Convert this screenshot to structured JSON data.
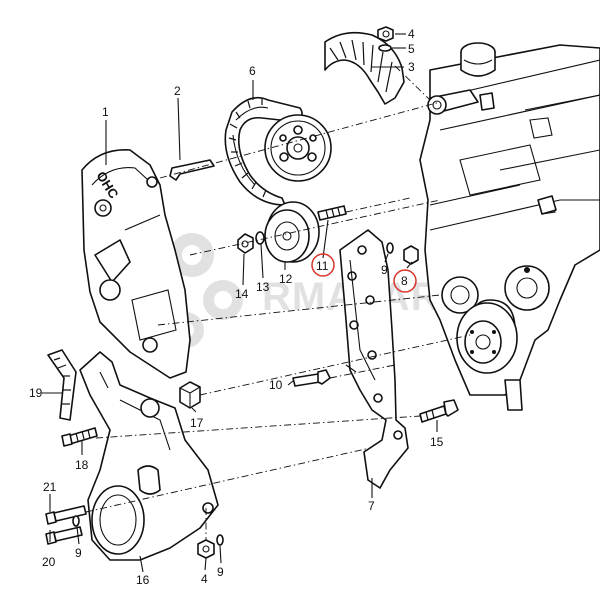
{
  "diagram": {
    "callouts": [
      {
        "id": "c1",
        "text": "1"
      },
      {
        "id": "c2",
        "text": "2"
      },
      {
        "id": "c3",
        "text": "3"
      },
      {
        "id": "c4a",
        "text": "4"
      },
      {
        "id": "c5",
        "text": "5"
      },
      {
        "id": "c6",
        "text": "6"
      },
      {
        "id": "c7",
        "text": "7"
      },
      {
        "id": "c8",
        "text": "8",
        "highlight": true
      },
      {
        "id": "c9a",
        "text": "9"
      },
      {
        "id": "c10",
        "text": "10"
      },
      {
        "id": "c11",
        "text": "11",
        "highlight": true
      },
      {
        "id": "c12",
        "text": "12"
      },
      {
        "id": "c13",
        "text": "13"
      },
      {
        "id": "c14",
        "text": "14"
      },
      {
        "id": "c15",
        "text": "15"
      },
      {
        "id": "c16",
        "text": "16"
      },
      {
        "id": "c17",
        "text": "17"
      },
      {
        "id": "c18",
        "text": "18"
      },
      {
        "id": "c19",
        "text": "19"
      },
      {
        "id": "c20",
        "text": "20"
      },
      {
        "id": "c21",
        "text": "21"
      },
      {
        "id": "c9b",
        "text": "9"
      },
      {
        "id": "c4b",
        "text": "4"
      },
      {
        "id": "c9c",
        "text": "9"
      }
    ],
    "cover_embossing": "OHC",
    "watermark": "RMAPARTS",
    "highlight_color": "#d9342b",
    "line_color": "#111111"
  }
}
